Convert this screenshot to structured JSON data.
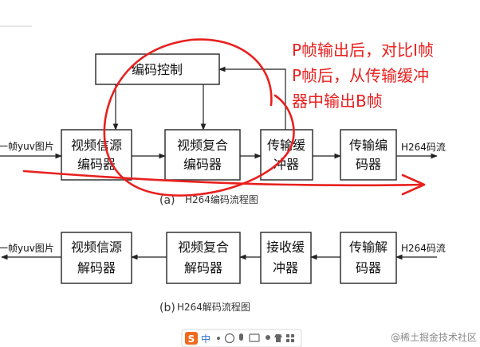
{
  "encode": {
    "input_label": "一帧yuv图片",
    "control_label": "编码控制",
    "blocks": [
      {
        "line1": "视频信源",
        "line2": "编码器"
      },
      {
        "line1": "视频复合",
        "line2": "编码器"
      },
      {
        "line1": "传输缓",
        "line2": "冲器"
      },
      {
        "line1": "传输编",
        "line2": "码器"
      }
    ],
    "output_label": "H264码流",
    "caption_letter": "(a)",
    "caption_text": "H264编码流程图"
  },
  "decode": {
    "output_label": "一帧yuv图片",
    "blocks": [
      {
        "line1": "视频信源",
        "line2": "解码器"
      },
      {
        "line1": "视频复合",
        "line2": "解码器"
      },
      {
        "line1": "接收缓",
        "line2": "冲器"
      },
      {
        "line1": "传输解",
        "line2": "码器"
      }
    ],
    "input_label": "H264码流",
    "caption_letter": "(b)",
    "caption_text": "H264解码流程图"
  },
  "annotation": {
    "lines": [
      "P帧输出后，对比I帧",
      "P帧后，从传输缓冲",
      "器中输出B帧"
    ],
    "color": "#e8201e"
  },
  "toolbar": {
    "ime_logo": "S",
    "lang": "中"
  },
  "watermark": "@稀土掘金技术社区"
}
